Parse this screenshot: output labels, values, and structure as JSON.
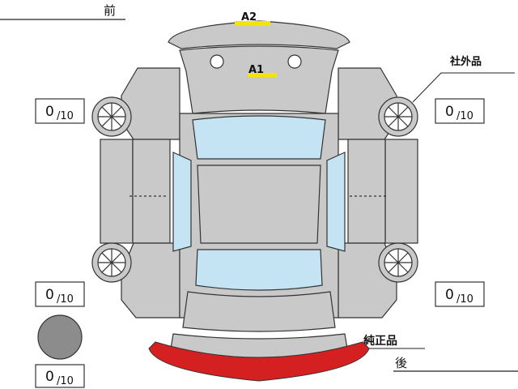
{
  "direction": {
    "front": "前",
    "rear": "後"
  },
  "labels": {
    "aftermarket": "社外品",
    "genuine": "純正品"
  },
  "damage_marks": [
    {
      "code": "A2",
      "location": "front-bumper"
    },
    {
      "code": "A1",
      "location": "hood"
    }
  ],
  "tire_tread": {
    "front_left": {
      "value": "0",
      "max": "/10"
    },
    "front_right": {
      "value": "0",
      "max": "/10"
    },
    "rear_left": {
      "value": "0",
      "max": "/10"
    },
    "rear_right": {
      "value": "0",
      "max": "/10"
    },
    "spare": {
      "value": "0",
      "max": "/10"
    }
  },
  "colors": {
    "body": "#c9c9c9",
    "outline": "#333333",
    "glass": "#c5e4f3",
    "mark_highlight": "#f2e600",
    "genuine_bumper": "#d42020",
    "spare_tire": "#8c8c8c"
  }
}
